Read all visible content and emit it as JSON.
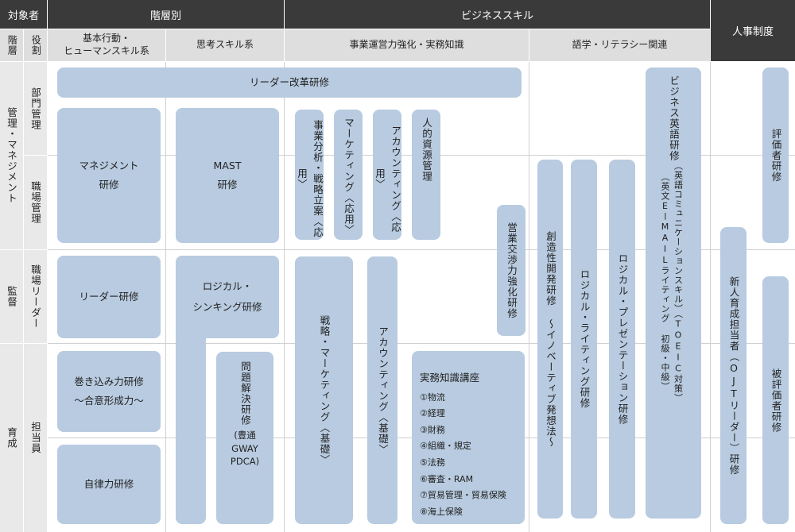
{
  "header": {
    "target": "対象者",
    "tier": "階層別",
    "business_skill": "ビジネススキル",
    "hr_system": "人事制度",
    "level": "階層",
    "role": "役割",
    "basic": "基本行動・\nヒューマンスキル系",
    "thinking": "思考スキル系",
    "business_ops": "事業運営力強化・実務知識",
    "language": "語学・リテラシー関連"
  },
  "rows": {
    "management": "管理・マネジメント",
    "supervision": "監督",
    "development": "育成",
    "dept_mgmt": "部門管理",
    "workplace_mgmt": "職場管理",
    "workplace_leader": "職場リーダー",
    "staff": "担当員"
  },
  "programs": {
    "leader_reform": "リーダー改革研修",
    "management": "マネジメント\n研修",
    "mast": "MAST\n研修",
    "biz_analysis": "事業分析・戦略立案〈応用〉",
    "marketing_adv": "マーケティング〈応用〉",
    "accounting_adv": "アカウンティング〈応用〉",
    "hr_mgmt": "人的資源管理",
    "sales_negotiation": "営業交渉力強化研修",
    "creativity": "創造性開発研修 〜イノベーティブ発想法〜",
    "logical_writing": "ロジカル・ライティング研修",
    "logical_presentation": "ロジカル・プレゼンテーション研修",
    "biz_english": "ビジネス英語研修",
    "biz_english_sub": "（英語コミュニケーションスキル）（TOEIC対策）\n（英文EーMAILライティング 初級・中級）",
    "evaluator": "評価者研修",
    "leader": "リーダー研修",
    "logical_thinking": "ロジカル・\nシンキング研修",
    "strategy_marketing": "戦略・マーケティング〈基礎〉",
    "accounting_basic": "アカウンティング〈基礎〉",
    "newcomer_trainer": "新人育成担当者（OJTリーダー）研修",
    "evaluatee": "被評価者研修",
    "involvement": "巻き込み力研修\n〜合意形成力〜",
    "problem_solving": "問題解決研修",
    "problem_solving_sub": "(豊通\nGWAY\nPDCA)",
    "autonomy": "自律力研修",
    "practical_title": "実務知識講座",
    "practical_items": [
      "①物流",
      "②経理",
      "③財務",
      "④組織・規定",
      "⑤法務",
      "⑥審査・RAM",
      "⑦貿易管理・貿易保険",
      "⑧海上保険"
    ]
  },
  "colors": {
    "header_dark": "#3a3a3a",
    "header_light": "#dedede",
    "row_label": "#e9e9e9",
    "program_box": "#b8cbe0",
    "grid_line": "#d0d0d0"
  }
}
